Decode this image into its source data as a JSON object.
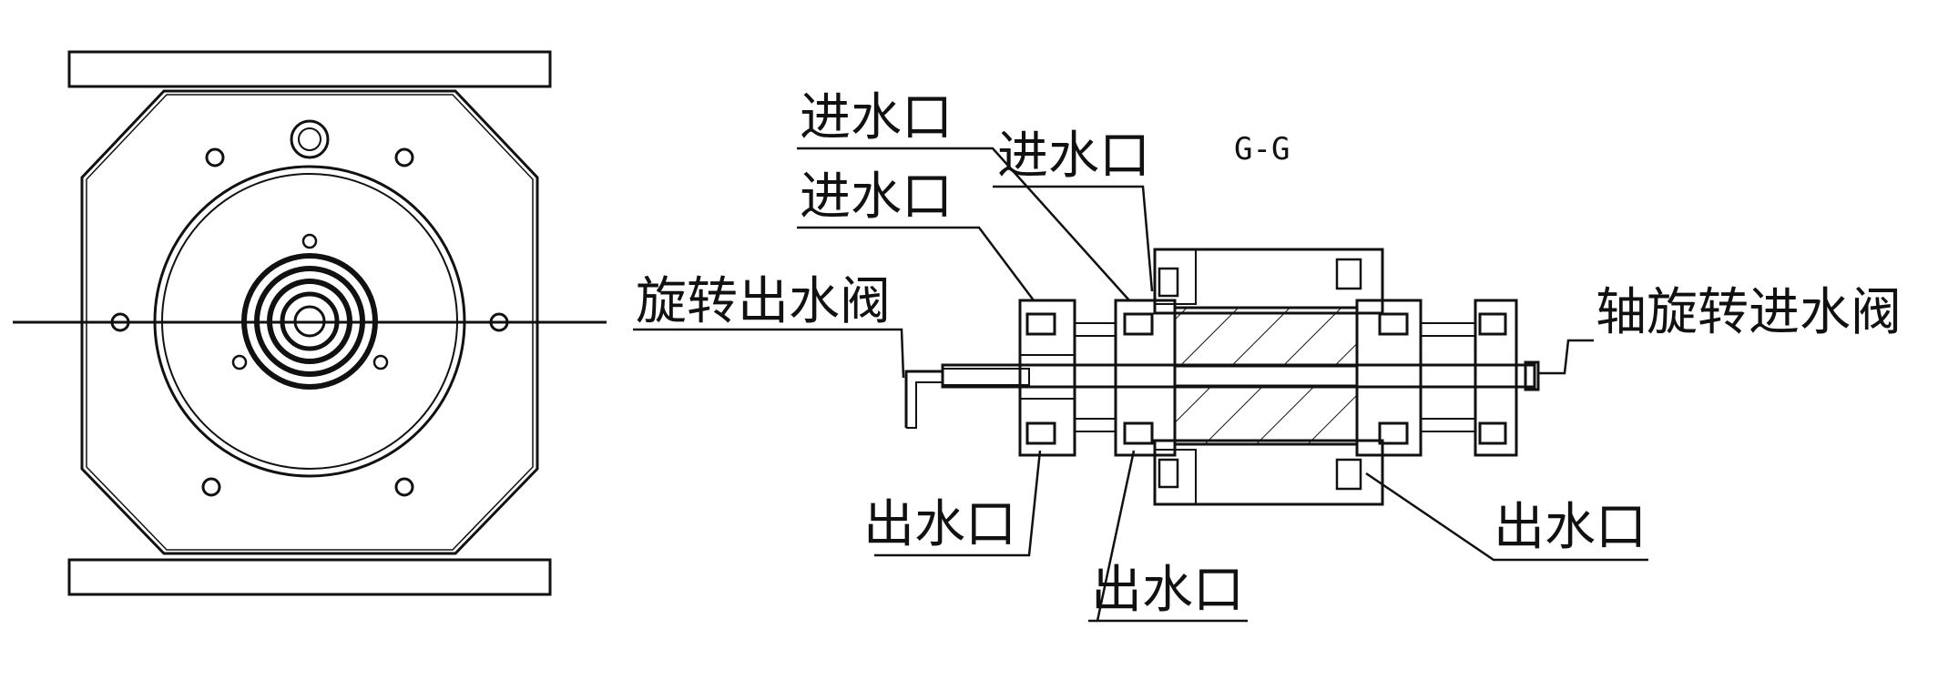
{
  "section_title": "G-G",
  "labels": {
    "inlet_top_1": "进水口",
    "inlet_top_2": "进水口",
    "inlet_top_3": "进水口",
    "rotary_outlet_valve": "旋转出水阀",
    "shaft_rotary_inlet_valve": "轴旋转进水阀",
    "outlet_left": "出水口",
    "outlet_center": "出水口",
    "outlet_right": "出水口"
  },
  "colors": {
    "line": "#111111",
    "background": "#ffffff"
  }
}
